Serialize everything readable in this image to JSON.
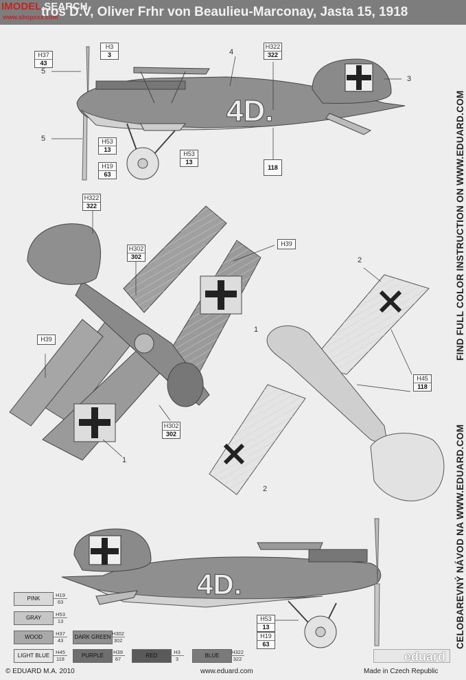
{
  "header": {
    "title": "tros D.V, Oliver Frhr von Beaulieu-Marconay, Jasta 15, 1918",
    "logo_left": "IMODEL",
    "logo_right": "SEARCH",
    "logo_sub": "www.shopxxx.com"
  },
  "side_text": {
    "full": "FIND FULL COLOR INSTRUCTION ON WWW.EDUARD.COM",
    "czech": "CELOBAREVNÝ NÁVOD NA WWW.EDUARD.COM"
  },
  "callouts": {
    "top_h37": {
      "code": "H37",
      "num": "43"
    },
    "top_h3": {
      "code": "H3",
      "num": "3"
    },
    "top_h322": {
      "code": "H322",
      "num": "322"
    },
    "top_118": {
      "num": "118"
    },
    "top_h53a": {
      "code": "H53",
      "num": "13"
    },
    "top_h53b": {
      "code": "H53",
      "num": "13"
    },
    "top_h19": {
      "code": "H19",
      "num": "63"
    },
    "mid_h322": {
      "code": "H322",
      "num": "322"
    },
    "mid_h302a": {
      "code": "H302",
      "num": "302"
    },
    "mid_h39a": {
      "code": "H39",
      "num": ""
    },
    "mid_h39b": {
      "code": "H39",
      "num": ""
    },
    "mid_h302b": {
      "code": "H302",
      "num": "302"
    },
    "mid_h45": {
      "code": "H45",
      "num": "118"
    },
    "bot_h53": {
      "code": "H53",
      "num": "13"
    },
    "bot_h19": {
      "code": "H19",
      "num": "63"
    }
  },
  "numbers": {
    "n4": "4",
    "n5a": "5",
    "n5b": "5",
    "n3": "3",
    "n2a": "2",
    "n1a": "1",
    "n1b": "1",
    "n2b": "2"
  },
  "fuselage_code": "4D.",
  "legend": [
    {
      "label": "PINK",
      "code": "H19",
      "num": "63",
      "color": "#d9d9d9"
    },
    {
      "label": "GRAY",
      "code": "H53",
      "num": "13",
      "color": "#c6c6c6"
    },
    {
      "label": "WOOD",
      "code": "H37",
      "num": "43",
      "color": "#a9a9a9"
    },
    {
      "label": "DARK GREEN",
      "code": "H302",
      "num": "302",
      "color": "#8e8e8e"
    },
    {
      "label": "LIGHT BLUE",
      "code": "H45",
      "num": "118",
      "color": "#e6e6e6"
    },
    {
      "label": "PURPLE",
      "code": "H39",
      "num": "67",
      "color": "#6e6e6e"
    },
    {
      "label": "RED",
      "code": "H3",
      "num": "3",
      "color": "#5a5a5a"
    },
    {
      "label": "BLUE",
      "code": "H322",
      "num": "322",
      "color": "#7a7a7a"
    }
  ],
  "footer": {
    "copyright": "© EDUARD  M.A. 2010",
    "url": "www.eduard.com",
    "made": "Made in Czech Republic",
    "brand": "eduard"
  }
}
